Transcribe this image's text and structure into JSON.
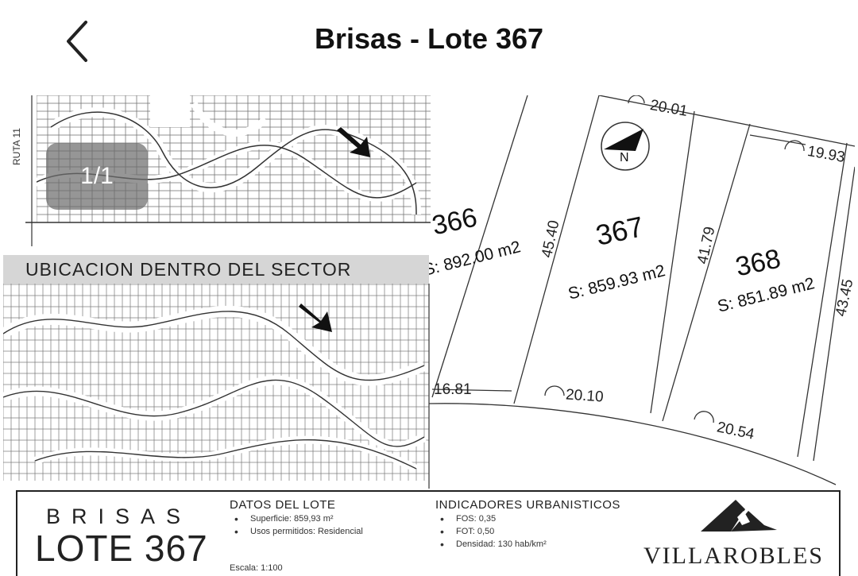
{
  "header": {
    "title": "Brisas - Lote 367",
    "back_icon": "chevron-left-icon"
  },
  "viewer": {
    "counter": "1/1"
  },
  "plan": {
    "ruta_label": "RUTA 11",
    "sector_label": "UBICACION DENTRO DEL SECTOR",
    "north_label": "N",
    "lots": [
      {
        "number": "366",
        "area": "S: 892.00 m2"
      },
      {
        "number": "367",
        "area": "S: 859.93 m2"
      },
      {
        "number": "368",
        "area": "S: 851.89 m2"
      }
    ],
    "dimensions": {
      "d2001": "20.01",
      "d1993": "19.93",
      "d4540": "45.40",
      "d4179": "41.79",
      "d4345": "43.45",
      "d1681": "16.81",
      "d2010": "20.10",
      "d2054": "20.54"
    }
  },
  "footer": {
    "brand_top": "BRISAS",
    "brand_bottom": "LOTE 367",
    "lot_data": {
      "heading": "DATOS DEL LOTE",
      "items": [
        "Superficie: 859,93 m²",
        "Usos permitidos: Residencial"
      ]
    },
    "indicators": {
      "heading": "INDICADORES URBANISTICOS",
      "items": [
        "FOS: 0,35",
        "FOT: 0,50",
        "Densidad:  130 hab/km²"
      ]
    },
    "scale": "Escala: 1:100",
    "company": "VILLAROBLES"
  }
}
